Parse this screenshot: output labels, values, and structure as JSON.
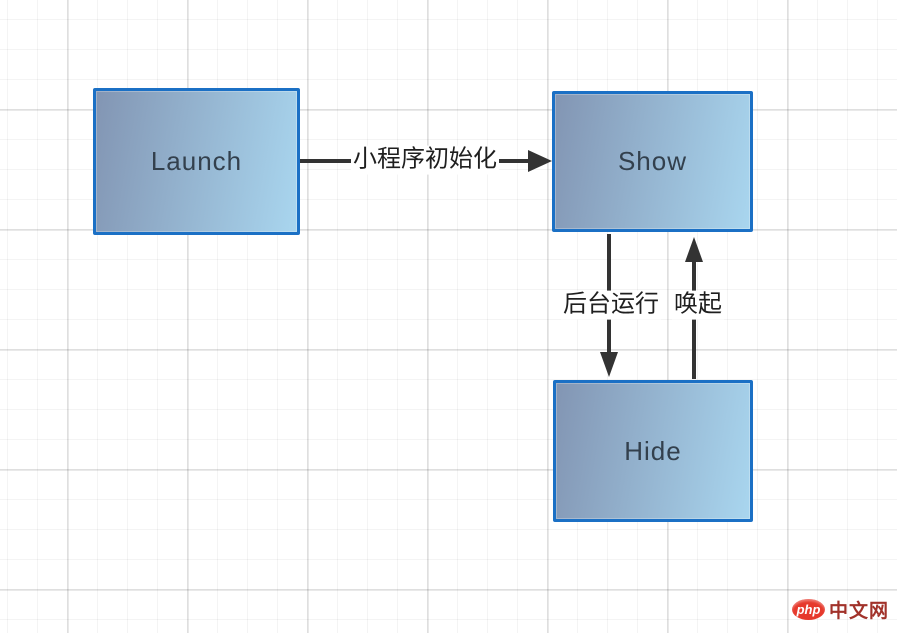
{
  "diagram": {
    "nodes": [
      {
        "id": "launch",
        "label": "Launch"
      },
      {
        "id": "show",
        "label": "Show"
      },
      {
        "id": "hide",
        "label": "Hide"
      }
    ],
    "edges": [
      {
        "from": "launch",
        "to": "show",
        "label": "小程序初始化"
      },
      {
        "from": "show",
        "to": "hide",
        "label": "后台运行"
      },
      {
        "from": "hide",
        "to": "show",
        "label": "唤起"
      }
    ],
    "colors": {
      "node_border": "#1b70c5",
      "node_fill_start": "#8295b3",
      "node_fill_end": "#a9d6ef",
      "node_text": "#33404d",
      "arrow": "#333333",
      "label_text": "#1f1f1f"
    }
  },
  "watermark": {
    "badge": "php",
    "text": "中文网",
    "badge_color": "#e6392c",
    "text_color": "#a1322a"
  }
}
